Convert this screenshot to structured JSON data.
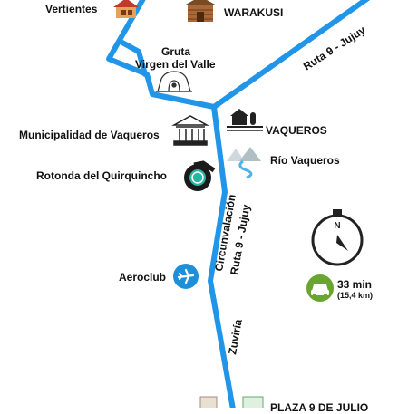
{
  "places": {
    "vertientes": "Vertientes",
    "warakusi": "WARAKUSI",
    "gruta_l1": "Gruta",
    "gruta_l2": "Virgen del Valle",
    "municipalidad": "Municipalidad de Vaqueros",
    "vaqueros": "VAQUEROS",
    "rio_vaqueros": "Río Vaqueros",
    "rotonda": "Rotonda del Quirquincho",
    "aeroclub": "Aeroclub",
    "plaza": "PLAZA 9 DE JULIO"
  },
  "roads": {
    "ruta9_top": "Ruta 9 - Jujuy",
    "circunvalacion": "Circunvalación",
    "ruta9_mid": "Ruta 9 - Jujuy",
    "zuviria": "Zuviría"
  },
  "trip": {
    "duration": "33 min",
    "distance": "(15,4 km)"
  },
  "icons": [
    "house-icon",
    "cabin-icon",
    "grotto-icon",
    "building-icon",
    "farm-icon",
    "river-icon",
    "roundabout-icon",
    "airplane-icon",
    "compass-icon",
    "car-icon",
    "shield-icon"
  ],
  "colors": {
    "route": "#2196e8",
    "car_badge": "#6aa52f",
    "plane": "#1f8fd8"
  }
}
